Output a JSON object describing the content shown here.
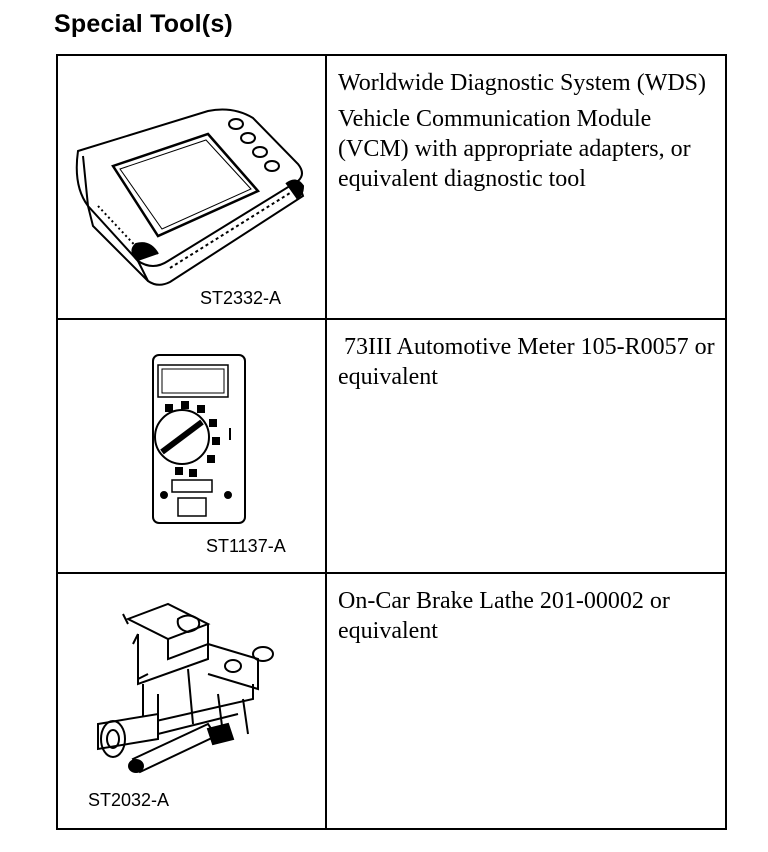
{
  "heading": "Special Tool(s)",
  "tools": [
    {
      "image_label": "ST2332-A",
      "icon": "diagnostic-tablet-illustration",
      "description": [
        "Worldwide Diagnostic System (WDS)",
        "Vehicle Communication Module (VCM) with appropriate adapters, or equivalent diagnostic tool"
      ]
    },
    {
      "image_label": "ST1137-A",
      "icon": "multimeter-illustration",
      "description": [
        " 73III Automotive Meter 105-R0057 or equivalent"
      ]
    },
    {
      "image_label": "ST2032-A",
      "icon": "brake-lathe-illustration",
      "description": [
        "On-Car Brake Lathe 201-00002 or equivalent"
      ]
    }
  ]
}
